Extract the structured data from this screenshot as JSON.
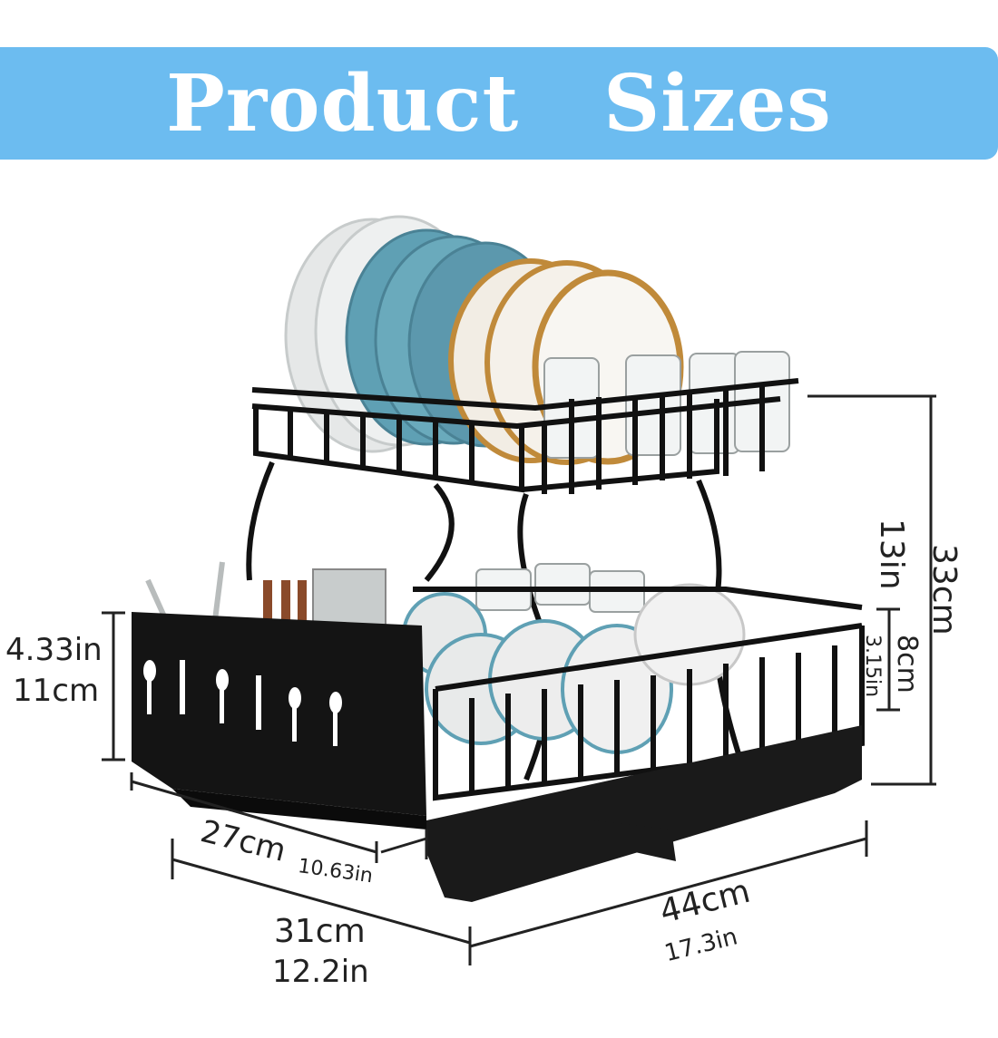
{
  "banner": {
    "title": "Product   Sizes",
    "color": "#6cbcf0"
  },
  "dimensions": {
    "total_height_in": "13in",
    "total_height_cm": "33cm",
    "tier_gap_cm": "8cm",
    "tier_gap_in": "3.15in",
    "caddy_height_in": "4.33in",
    "caddy_height_cm": "11cm",
    "caddy_width_cm": "27cm",
    "caddy_width_in": "10.63in",
    "depth_cm": "31cm",
    "depth_in": "12.2in",
    "length_cm": "44cm",
    "length_in": "17.3in"
  },
  "colors": {
    "rack": "#111111",
    "plate_white": "#e8eaea",
    "plate_teal": "#5fa0b4",
    "plate_gold": "#c08a3a"
  }
}
